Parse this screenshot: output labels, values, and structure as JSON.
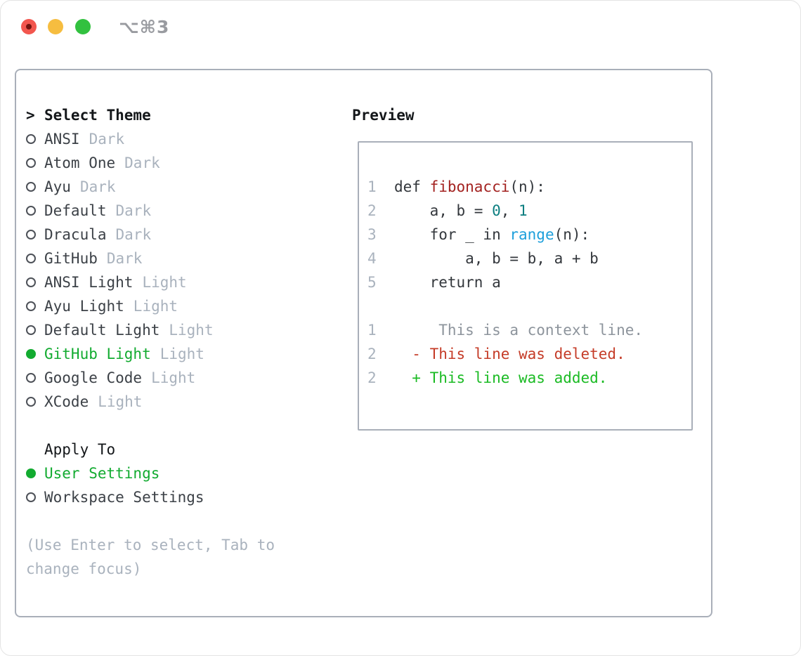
{
  "window": {
    "shortcut_label": "⌥⌘3"
  },
  "theme_panel": {
    "prompt": ">",
    "title": "Select Theme",
    "items": [
      {
        "name": "ANSI",
        "variant": "Dark",
        "selected": false
      },
      {
        "name": "Atom One",
        "variant": "Dark",
        "selected": false
      },
      {
        "name": "Ayu",
        "variant": "Dark",
        "selected": false
      },
      {
        "name": "Default",
        "variant": "Dark",
        "selected": false
      },
      {
        "name": "Dracula",
        "variant": "Dark",
        "selected": false
      },
      {
        "name": "GitHub",
        "variant": "Dark",
        "selected": false
      },
      {
        "name": "ANSI Light",
        "variant": "Light",
        "selected": false
      },
      {
        "name": "Ayu Light",
        "variant": "Light",
        "selected": false
      },
      {
        "name": "Default Light",
        "variant": "Light",
        "selected": false
      },
      {
        "name": "GitHub Light",
        "variant": "Light",
        "selected": true
      },
      {
        "name": "Google Code",
        "variant": "Light",
        "selected": false
      },
      {
        "name": "XCode",
        "variant": "Light",
        "selected": false
      }
    ],
    "apply_to": {
      "title": "Apply To",
      "options": [
        {
          "name": "User Settings",
          "selected": true
        },
        {
          "name": "Workspace Settings",
          "selected": false
        }
      ]
    },
    "hint_lines": [
      "(Use Enter to select, Tab to",
      "change focus)"
    ]
  },
  "preview_panel": {
    "title": "Preview",
    "code_lines": [
      {
        "number": "1",
        "segments": [
          {
            "text": "def ",
            "style": "code"
          },
          {
            "text": "fibonacci",
            "style": "fn"
          },
          {
            "text": "(n):",
            "style": "code"
          }
        ]
      },
      {
        "number": "2",
        "segments": [
          {
            "text": "    a, b = ",
            "style": "code"
          },
          {
            "text": "0",
            "style": "num"
          },
          {
            "text": ", ",
            "style": "code"
          },
          {
            "text": "1",
            "style": "num"
          }
        ]
      },
      {
        "number": "3",
        "segments": [
          {
            "text": "    for _ in ",
            "style": "code"
          },
          {
            "text": "range",
            "style": "builtin"
          },
          {
            "text": "(n):",
            "style": "code"
          }
        ]
      },
      {
        "number": "4",
        "segments": [
          {
            "text": "        a, b = b, a + b",
            "style": "code"
          }
        ]
      },
      {
        "number": "5",
        "segments": [
          {
            "text": "    return a",
            "style": "code"
          }
        ]
      },
      {
        "number": "",
        "segments": []
      },
      {
        "number": "1",
        "segments": [
          {
            "text": "     This is a context line.",
            "style": "context"
          }
        ]
      },
      {
        "number": "2",
        "segments": [
          {
            "text": "  - This line was deleted.",
            "style": "deleted"
          }
        ]
      },
      {
        "number": "2",
        "segments": [
          {
            "text": "  + This line was added.",
            "style": "added"
          }
        ]
      }
    ]
  },
  "colors": {
    "accent_green": "#12ab30",
    "muted": "#a9b2bd",
    "text": "#3c4147",
    "heading": "#14171a",
    "border": "#a9afb9",
    "lineno": "#a9b2bd",
    "code_text": "#33373c",
    "function_red": "#a32220",
    "number_teal": "#0b7e80",
    "builtin_blue": "#1d9fdb",
    "context_gray": "#8d949c",
    "deleted_red": "#c53c28",
    "added_green": "#1bbb24",
    "traffic_red": "#f2564e",
    "traffic_red_dot": "#73140f",
    "traffic_yellow": "#f6bd40",
    "traffic_green": "#32c13f",
    "shortcut_gray": "#999ba0"
  }
}
